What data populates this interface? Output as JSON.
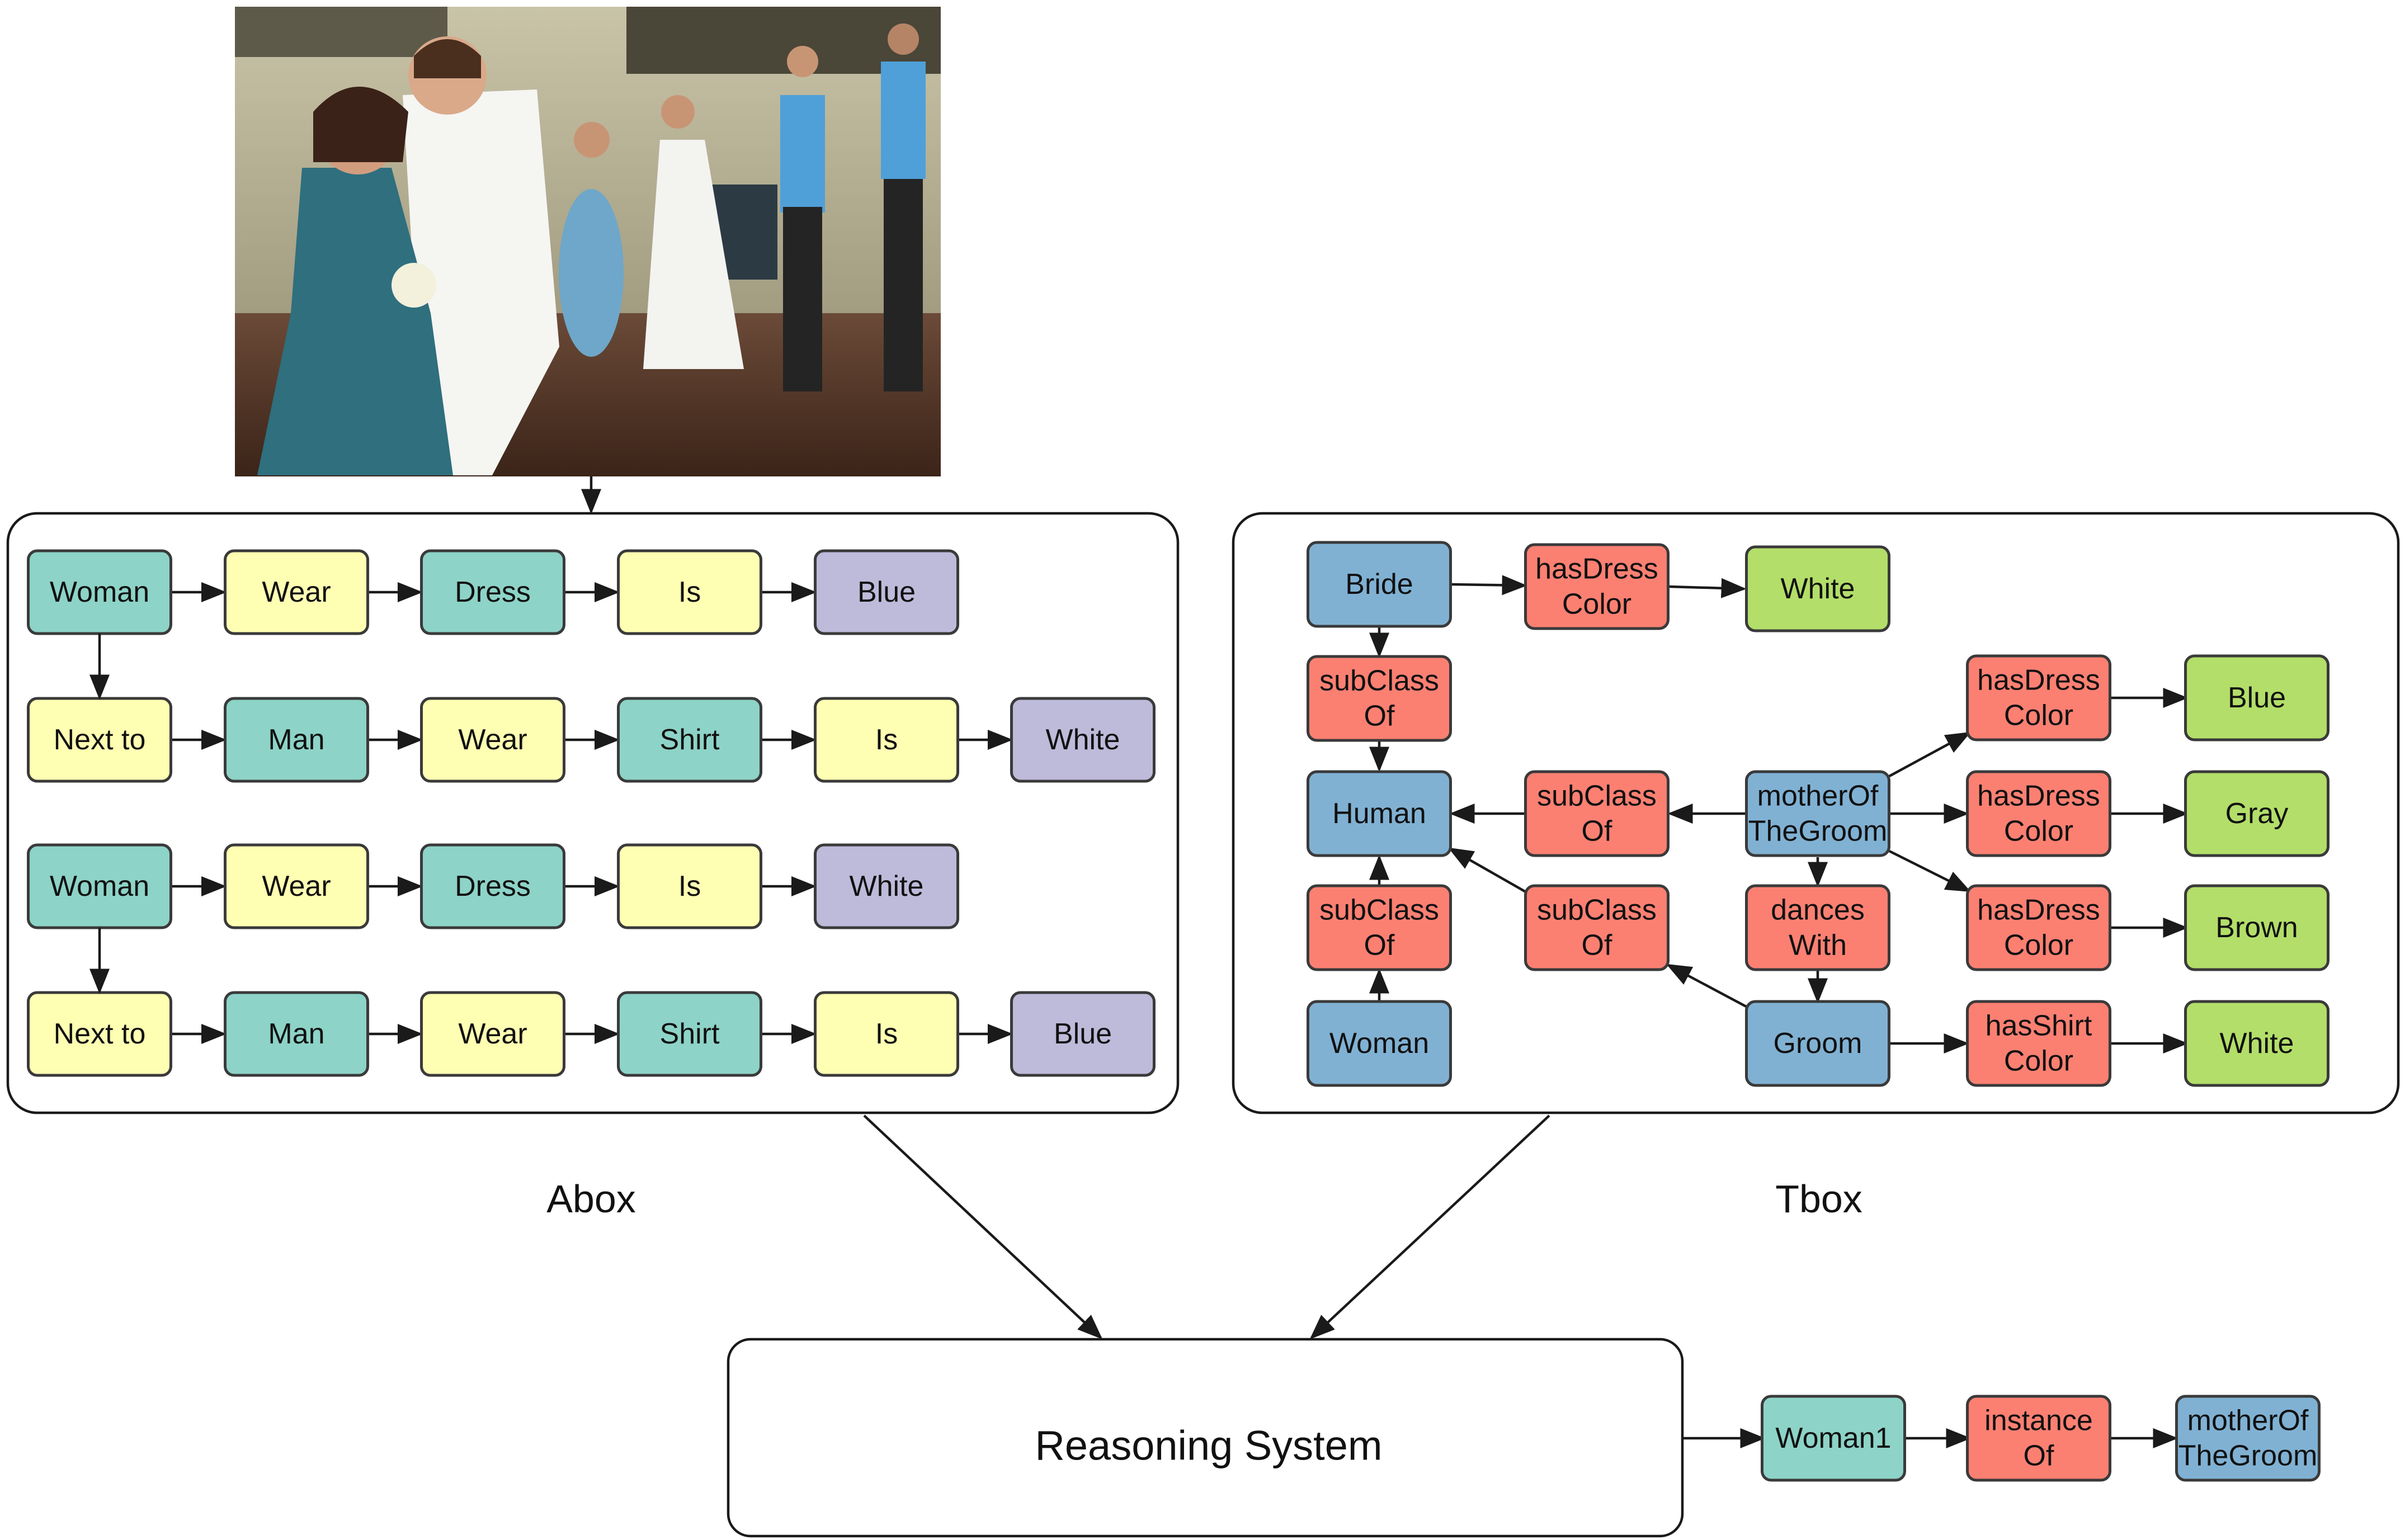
{
  "colors": {
    "teal": "#8dd3c7",
    "yellow": "#ffffb3",
    "purple": "#bebada",
    "blue": "#80b1d3",
    "red": "#fb8072",
    "green": "#b3de69"
  },
  "photo": {
    "description_icon": "photo-icon"
  },
  "labels": {
    "abox": "Abox",
    "tbox": "Tbox",
    "reasoning": "Reasoning System"
  },
  "abox": {
    "rows": [
      [
        {
          "text": "Woman",
          "color": "teal"
        },
        {
          "text": "Wear",
          "color": "yellow"
        },
        {
          "text": "Dress",
          "color": "teal"
        },
        {
          "text": "Is",
          "color": "yellow"
        },
        {
          "text": "Blue",
          "color": "purple"
        }
      ],
      [
        {
          "text": "Next to",
          "color": "yellow"
        },
        {
          "text": "Man",
          "color": "teal"
        },
        {
          "text": "Wear",
          "color": "yellow"
        },
        {
          "text": "Shirt",
          "color": "teal"
        },
        {
          "text": "Is",
          "color": "yellow"
        },
        {
          "text": "White",
          "color": "purple"
        }
      ],
      [
        {
          "text": "Woman",
          "color": "teal"
        },
        {
          "text": "Wear",
          "color": "yellow"
        },
        {
          "text": "Dress",
          "color": "teal"
        },
        {
          "text": "Is",
          "color": "yellow"
        },
        {
          "text": "White",
          "color": "purple"
        }
      ],
      [
        {
          "text": "Next to",
          "color": "yellow"
        },
        {
          "text": "Man",
          "color": "teal"
        },
        {
          "text": "Wear",
          "color": "yellow"
        },
        {
          "text": "Shirt",
          "color": "teal"
        },
        {
          "text": "Is",
          "color": "yellow"
        },
        {
          "text": "Blue",
          "color": "purple"
        }
      ]
    ]
  },
  "tbox": {
    "nodes": {
      "bride": {
        "lines": [
          "Bride"
        ],
        "color": "blue"
      },
      "hasdress_top": {
        "lines": [
          "hasDress",
          "Color"
        ],
        "color": "red"
      },
      "white_top": {
        "lines": [
          "White"
        ],
        "color": "green"
      },
      "subclass1": {
        "lines": [
          "subClass",
          "Of"
        ],
        "color": "red"
      },
      "human": {
        "lines": [
          "Human"
        ],
        "color": "blue"
      },
      "subclass2": {
        "lines": [
          "subClass",
          "Of"
        ],
        "color": "red"
      },
      "mother": {
        "lines": [
          "motherOf",
          "TheGroom"
        ],
        "color": "blue"
      },
      "subclass3": {
        "lines": [
          "subClass",
          "Of"
        ],
        "color": "red"
      },
      "subclass4": {
        "lines": [
          "subClass",
          "Of"
        ],
        "color": "red"
      },
      "dances": {
        "lines": [
          "dances",
          "With"
        ],
        "color": "red"
      },
      "woman": {
        "lines": [
          "Woman"
        ],
        "color": "blue"
      },
      "groom": {
        "lines": [
          "Groom"
        ],
        "color": "blue"
      },
      "hasdress1": {
        "lines": [
          "hasDress",
          "Color"
        ],
        "color": "red"
      },
      "hasdress2": {
        "lines": [
          "hasDress",
          "Color"
        ],
        "color": "red"
      },
      "hasdress3": {
        "lines": [
          "hasDress",
          "Color"
        ],
        "color": "red"
      },
      "hasshirt": {
        "lines": [
          "hasShirt",
          "Color"
        ],
        "color": "red"
      },
      "blue": {
        "lines": [
          "Blue"
        ],
        "color": "green"
      },
      "gray": {
        "lines": [
          "Gray"
        ],
        "color": "green"
      },
      "brown": {
        "lines": [
          "Brown"
        ],
        "color": "green"
      },
      "white_bottom": {
        "lines": [
          "White"
        ],
        "color": "green"
      }
    }
  },
  "output": {
    "nodes": [
      {
        "lines": [
          "Woman1"
        ],
        "color": "teal"
      },
      {
        "lines": [
          "instance",
          "Of"
        ],
        "color": "red"
      },
      {
        "lines": [
          "motherOf",
          "TheGroom"
        ],
        "color": "blue"
      }
    ]
  }
}
